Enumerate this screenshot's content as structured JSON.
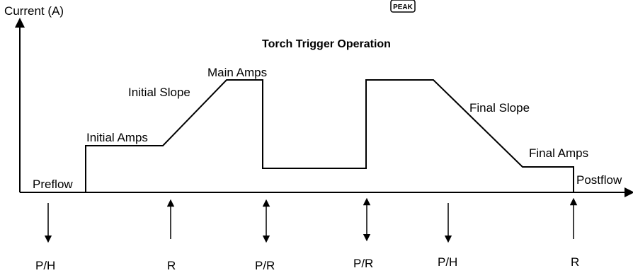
{
  "diagram": {
    "y_axis_label": "Current (A)",
    "title": "Torch Trigger Operation",
    "badge_label": "PEAK",
    "segments": {
      "preflow": "Preflow",
      "initial_amps": "Initial Amps",
      "initial_slope": "Initial Slope",
      "main_amps": "Main Amps",
      "final_slope": "Final Slope",
      "final_amps": "Final Amps",
      "postflow": "Postflow"
    },
    "trigger_actions": [
      {
        "label": "P/H",
        "direction": "down"
      },
      {
        "label": "R",
        "direction": "up"
      },
      {
        "label": "P/R",
        "direction": "both"
      },
      {
        "label": "P/R",
        "direction": "both"
      },
      {
        "label": "P/H",
        "direction": "down"
      },
      {
        "label": "R",
        "direction": "up"
      }
    ]
  }
}
